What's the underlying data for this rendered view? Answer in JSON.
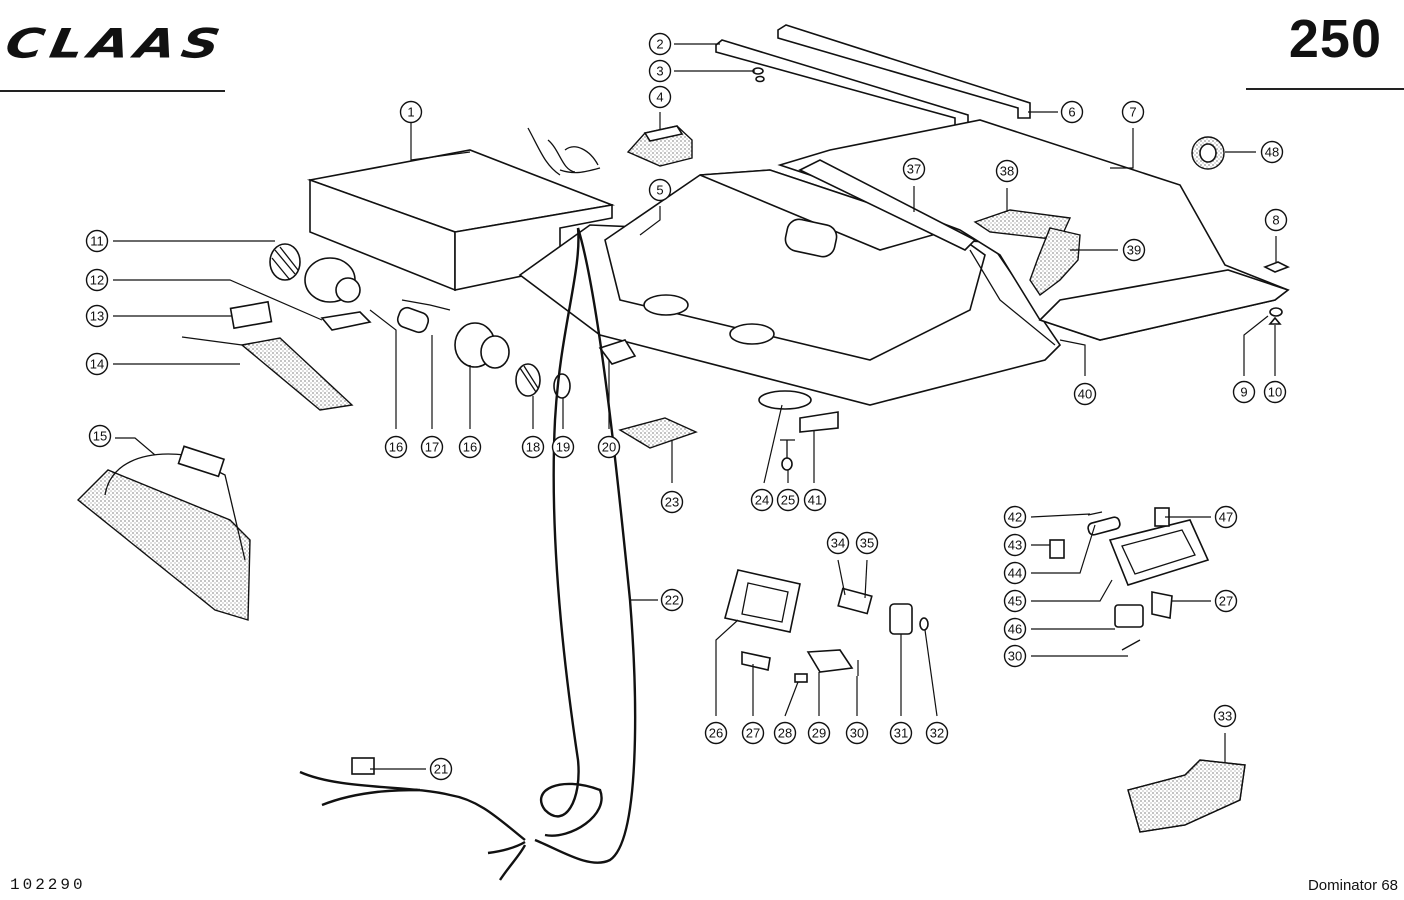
{
  "header": {
    "brand_logo": "CLAAS",
    "page_number": "250"
  },
  "footer": {
    "drawing_number": "102290",
    "model": "Dominator 68"
  },
  "callouts": {
    "c1": "1",
    "c2": "2",
    "c3": "3",
    "c4": "4",
    "c5": "5",
    "c6": "6",
    "c7": "7",
    "c8": "8",
    "c9": "9",
    "c10": "10",
    "c11": "11",
    "c12": "12",
    "c13": "13",
    "c14": "14",
    "c15": "15",
    "c16a": "16",
    "c16b": "16",
    "c17": "17",
    "c18": "18",
    "c19": "19",
    "c20": "20",
    "c21": "21",
    "c22": "22",
    "c23": "23",
    "c24": "24",
    "c25": "25",
    "c26": "26",
    "c27a": "27",
    "c27b": "27",
    "c28": "28",
    "c29": "29",
    "c30a": "30",
    "c30b": "30",
    "c31": "31",
    "c32": "32",
    "c33": "33",
    "c34": "34",
    "c35": "35",
    "c37": "37",
    "c38": "38",
    "c39": "39",
    "c40": "40",
    "c41": "41",
    "c42": "42",
    "c43": "43",
    "c44": "44",
    "c45": "45",
    "c46": "46",
    "c47": "47",
    "c48": "48"
  }
}
